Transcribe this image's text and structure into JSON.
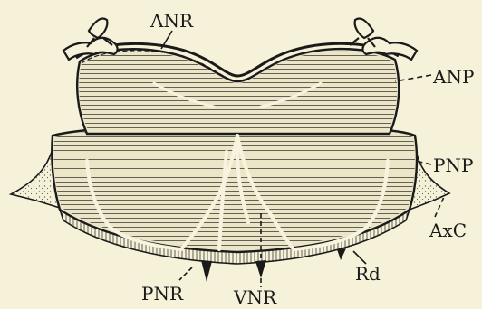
{
  "figure": {
    "labels": {
      "anr": "ANR",
      "anp": "ANP",
      "pnp": "PNP",
      "axc": "AxC",
      "rd": "Rd",
      "pnr": "PNR",
      "vnr": "VNR"
    },
    "colors": {
      "background": "#f6f2d9",
      "ink": "#1a1a1a",
      "tissue": "#ebe6c8",
      "fibers": "#555048",
      "nerve_roots": "#f7f3df"
    }
  }
}
